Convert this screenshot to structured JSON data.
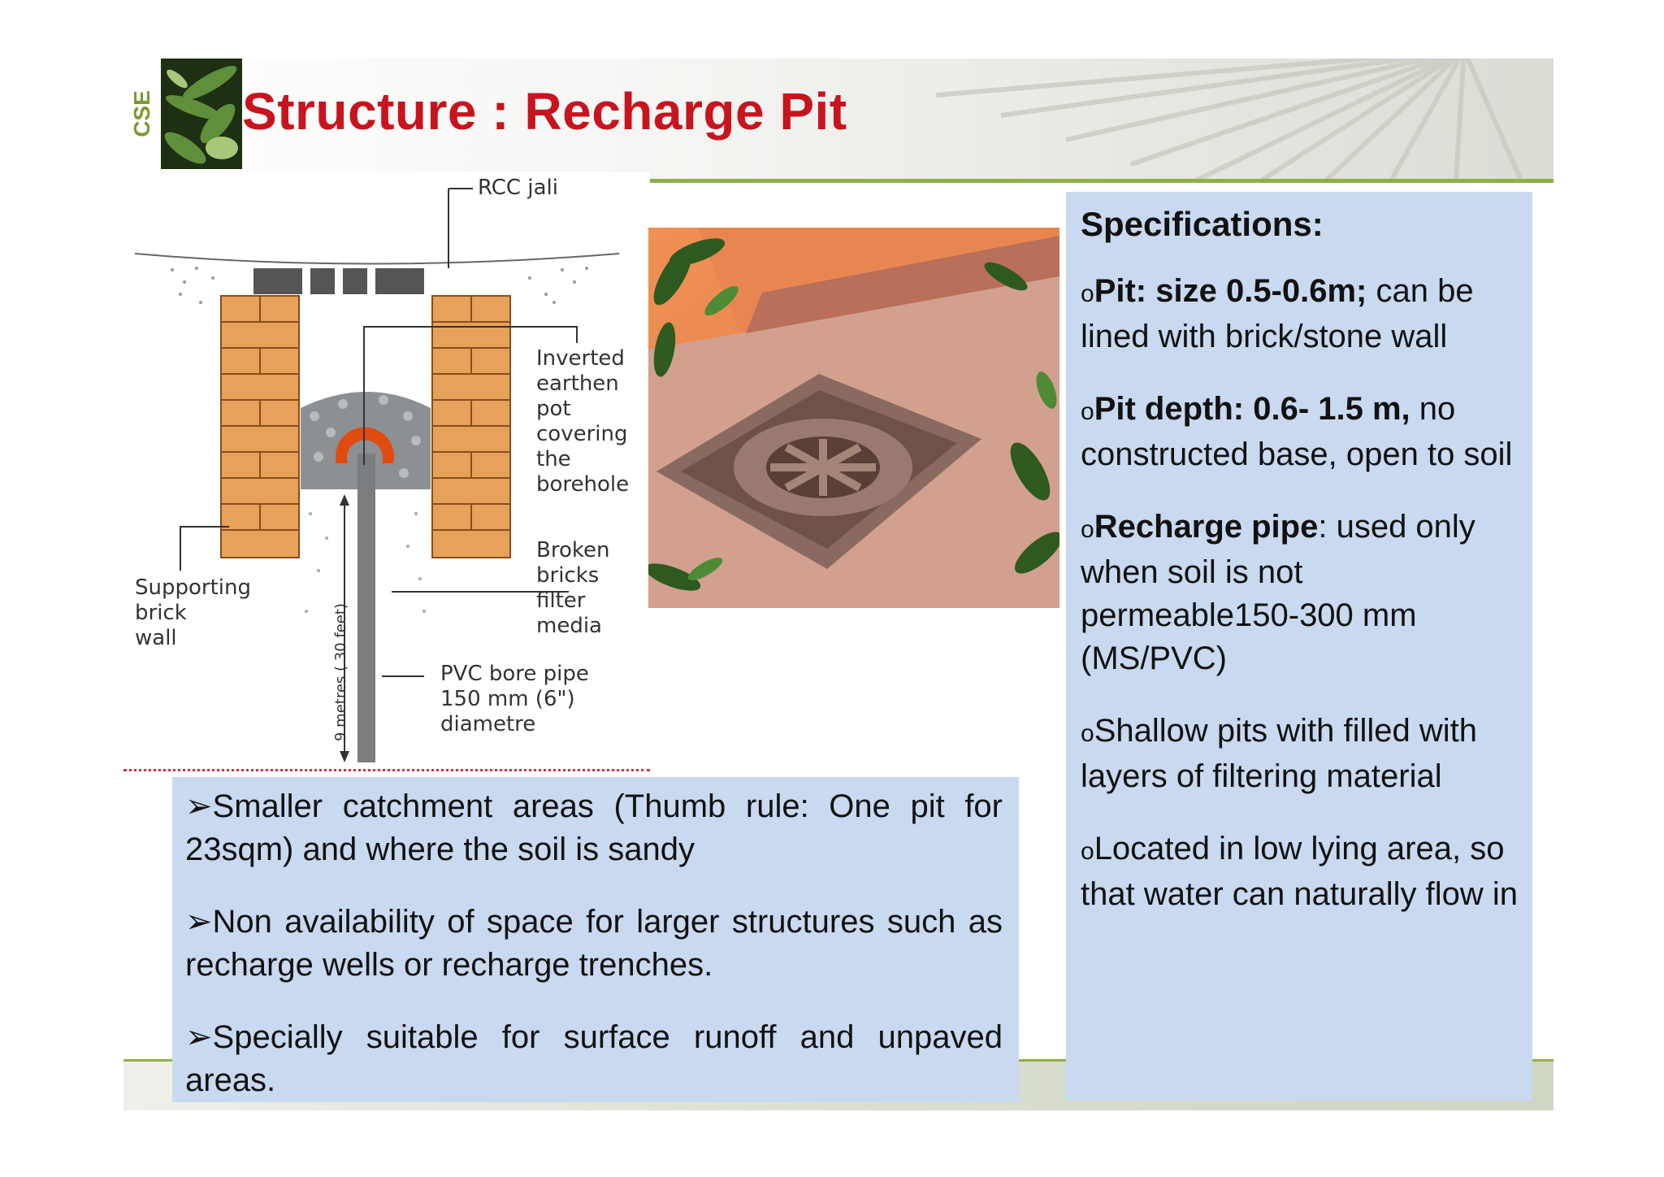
{
  "slide": {
    "logo_text": "CSE",
    "title": "Structure : Recharge Pit"
  },
  "diagram": {
    "labels": {
      "rcc": "RCC jali",
      "pot": "Inverted\nearthen\npot\ncovering\nthe\nborehole",
      "bricks": "Broken\nbricks\nfilter\nmedia",
      "wall": "Supporting\nbrick\nwall",
      "depth": "9 metres ( 30 feet)",
      "pipe": "PVC bore pipe\n150 mm (6\")\ndiametre"
    }
  },
  "specifications": {
    "heading": "Specifications:",
    "bullet": "o",
    "items": [
      {
        "bold": "Pit: size 0.5-0.6m;",
        "text": " can be lined with brick/stone wall"
      },
      {
        "bold": "Pit depth: 0.6- 1.5 m,",
        "text": " no constructed base, open to soil"
      },
      {
        "bold": "Recharge pipe",
        "text": ": used only when soil is not permeable150-300 mm (MS/PVC)"
      },
      {
        "bold": "",
        "text": "Shallow pits with filled with layers of filtering material"
      },
      {
        "bold": "",
        "text": "Located in low lying area, so that water can naturally flow in"
      }
    ]
  },
  "bullets": {
    "marker": "➢",
    "items": [
      "Smaller catchment areas (Thumb rule: One pit for 23sqm) and where the soil is sandy",
      "Non availability of space for larger structures such as recharge wells or recharge trenches.",
      "Specially suitable for surface runoff and unpaved areas."
    ]
  }
}
